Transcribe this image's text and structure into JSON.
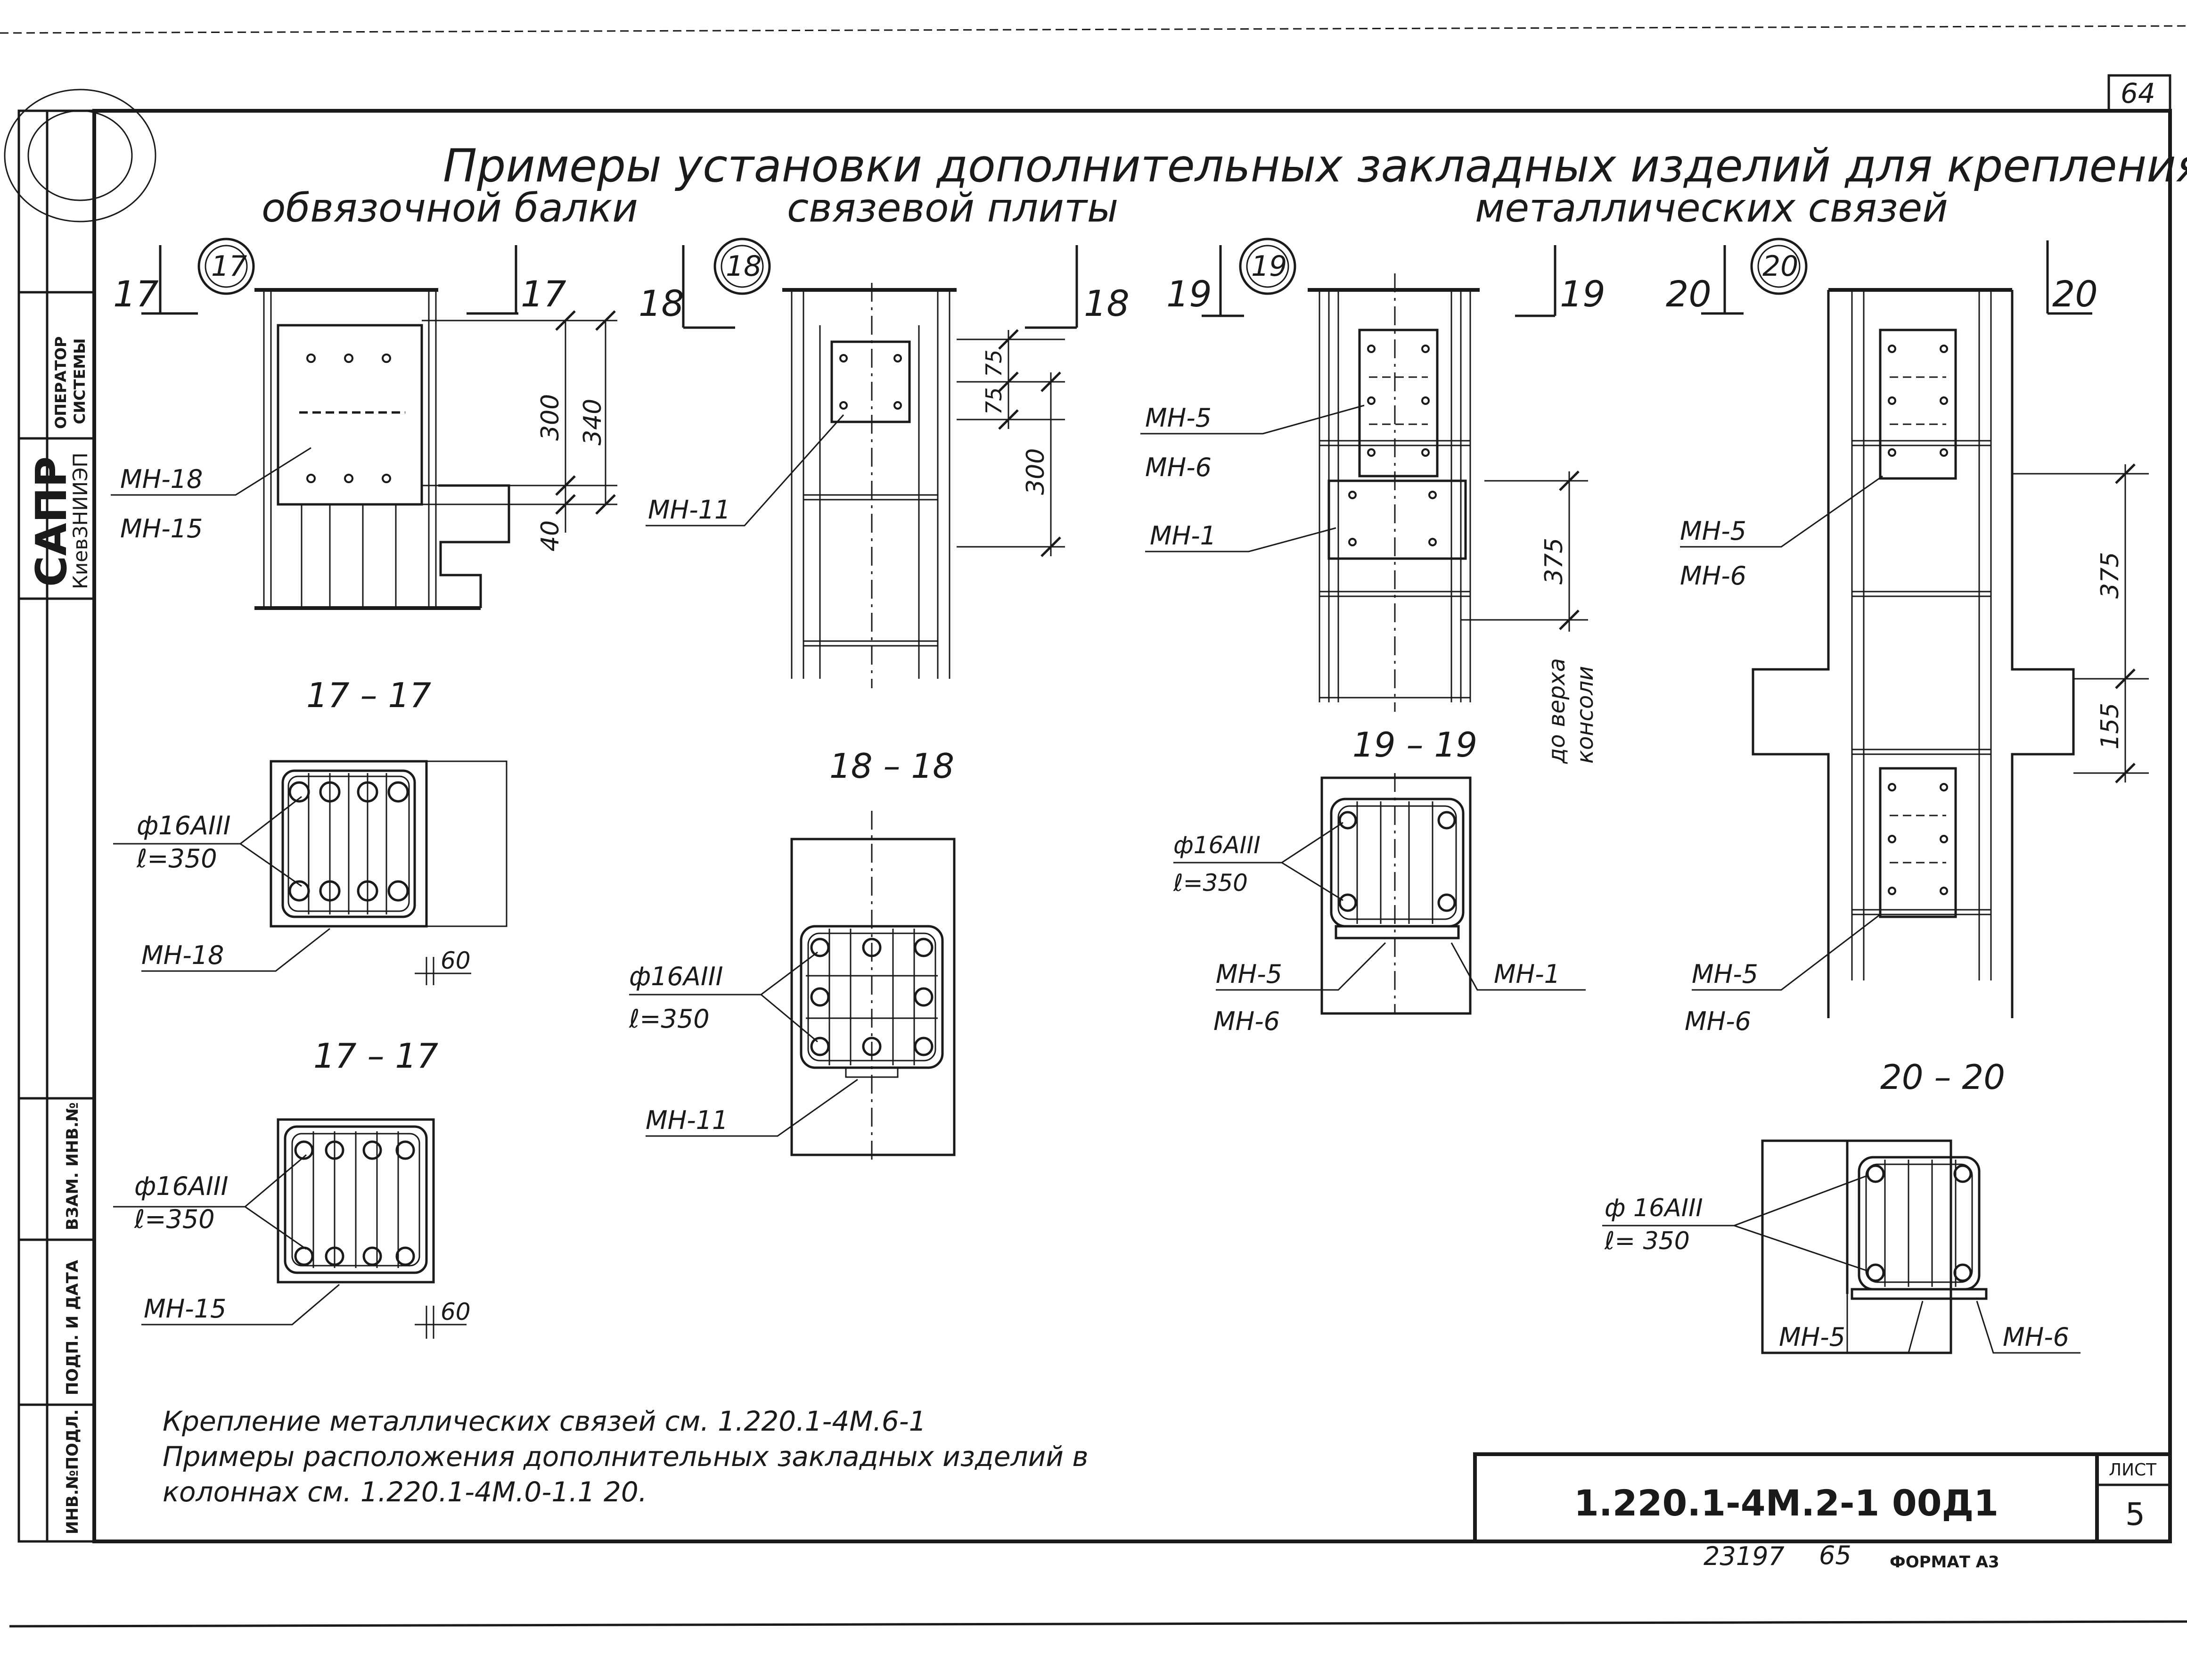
{
  "sheet": {
    "page_number_top": "64",
    "title_line1": "Примеры установки дополнительных закладных изделий для крепления",
    "subtitles": {
      "binding_beam": "обвязочной балки",
      "bracing_plate": "связевой плиты",
      "metal_bracing": "металлических связей"
    }
  },
  "side_stamp": {
    "sapr": "САПР",
    "institute": "КиевЗНИИЭП",
    "operator_line1": "ОПЕРАТОР",
    "operator_line2": "СИСТЕМЫ",
    "vzam_inv": "ВЗАМ. ИНВ.№",
    "podp_data": "ПОДП. И ДАТА",
    "inv_podl": "ИНВ.№ПОДЛ."
  },
  "details": {
    "d17": {
      "number": "17",
      "cut_left": "17",
      "cut_right": "17",
      "label_top": "МН-18",
      "label_bottom": "МН-15",
      "dim_300": "300",
      "dim_340": "340",
      "dim_40": "40",
      "section_a_title": "17 – 17",
      "section_b_title": "17 – 17",
      "rebar": "ф16АIII",
      "length": "ℓ=350",
      "sec_a_label": "МН-18",
      "sec_b_label": "МН-15",
      "dim_60_a": "60",
      "dim_60_b": "60"
    },
    "d18": {
      "number": "18",
      "cut_left": "18",
      "cut_right": "18",
      "label": "МН-11",
      "dim_75a": "75",
      "dim_75b": "75",
      "dim_300": "300",
      "section_title": "18 – 18",
      "rebar": "ф16АIII",
      "length": "ℓ=350",
      "sec_label": "МН-11"
    },
    "d19": {
      "number": "19",
      "cut_left": "19",
      "cut_right": "19",
      "label_mn5": "МН-5",
      "label_mn6": "МН-6",
      "label_mn1": "МН-1",
      "dim_375": "375",
      "to_top_line1": "до верха",
      "to_top_line2": "консоли",
      "section_title": "19 – 19",
      "rebar": "ф16АIII",
      "length": "ℓ=350",
      "sec_mn5": "МН-5",
      "sec_mn6": "МН-6",
      "sec_mn1": "МН-1"
    },
    "d20": {
      "number": "20",
      "cut_left": "20",
      "cut_right": "20",
      "top_mn5": "МН-5",
      "top_mn6": "МН-6",
      "dim_375": "375",
      "dim_155": "155",
      "bot_mn5": "МН-5",
      "bot_mn6": "МН-6",
      "section_title": "20 – 20",
      "rebar": "ф 16АIII",
      "length": "ℓ= 350",
      "sec_mn5": "МН-5",
      "sec_mn6": "МН-6"
    }
  },
  "notes": {
    "line1": "Крепление металлических связей см. 1.220.1-4М.6-1",
    "line2": "Примеры расположения дополнительных закладных изделий в",
    "line3": "колоннах см. 1.220.1-4М.0-1.1 20."
  },
  "title_block": {
    "code": "1.220.1-4М.2-1 00Д1",
    "sheet_label": "ЛИСТ",
    "sheet_number": "5"
  },
  "footer": {
    "archive_number": "23197",
    "copy_number": "65",
    "format": "ФОРМАТ А3"
  }
}
